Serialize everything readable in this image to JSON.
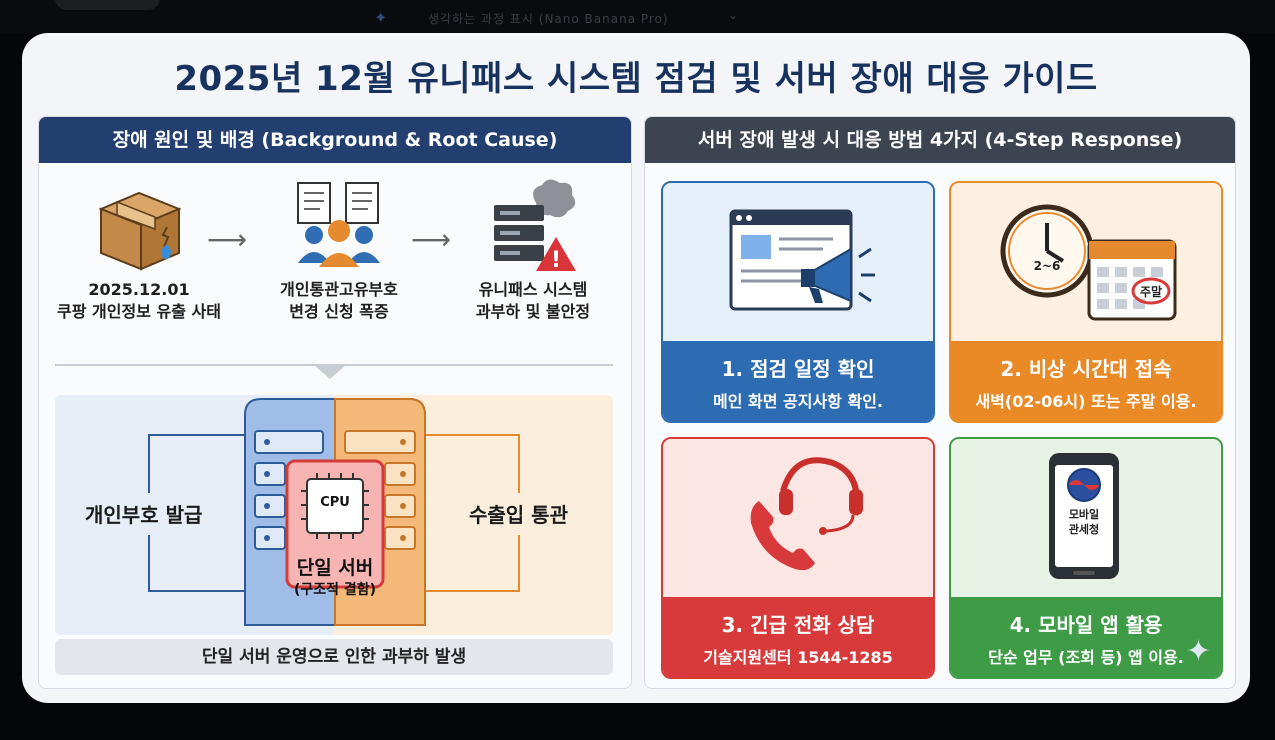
{
  "header": {
    "faint_text": "생각하는 과정 표시 (Nano Banana Pro)"
  },
  "title": "2025년 12월 유니패스 시스템 점검 및 서버 장애 대응 가이드",
  "left_panel": {
    "header": "장애 원인 및 배경 (Background & Root Cause)",
    "flow": [
      {
        "line1": "2025.12.01",
        "line2": "쿠팡 개인정보 유출 사태"
      },
      {
        "line1": "개인통관고유부호",
        "line2": "변경 신청 폭증"
      },
      {
        "line1": "유니패스 시스템",
        "line2": "과부하 및 불안정"
      }
    ],
    "left_side_label": "개인부호 발급",
    "right_side_label": "수출입 통관",
    "cpu_label": "CPU",
    "server_title": "단일 서버",
    "server_sub": "(구조적 결함)",
    "bottom_text": "단일 서버 운영으로 인한 과부하 발생"
  },
  "right_panel": {
    "header": "서버 장애 발생 시 대응 방법 4가지 (4-Step Response)",
    "steps": [
      {
        "title": "1. 점검 일정 확인",
        "desc": "메인 화면 공지사항 확인."
      },
      {
        "title": "2. 비상 시간대 접속",
        "desc": "새벽(02-06시) 또는 주말 이용.",
        "clock_label": "2~6",
        "calendar_label": "주말"
      },
      {
        "title": "3. 긴급 전화 상담",
        "desc": "기술지원센터 1544-1285"
      },
      {
        "title": "4. 모바일 앱 활용",
        "desc": "단순 업무 (조회 등) 앱 이용.",
        "app_line1": "모바일",
        "app_line2": "관세청"
      }
    ]
  },
  "colors": {
    "title": "#17325e",
    "left_header": "#223f6f",
    "right_header": "#3c4452",
    "step1": "#2d6cb2",
    "step2": "#ea8a27",
    "step3": "#d8393a",
    "step4": "#3e9b46"
  }
}
